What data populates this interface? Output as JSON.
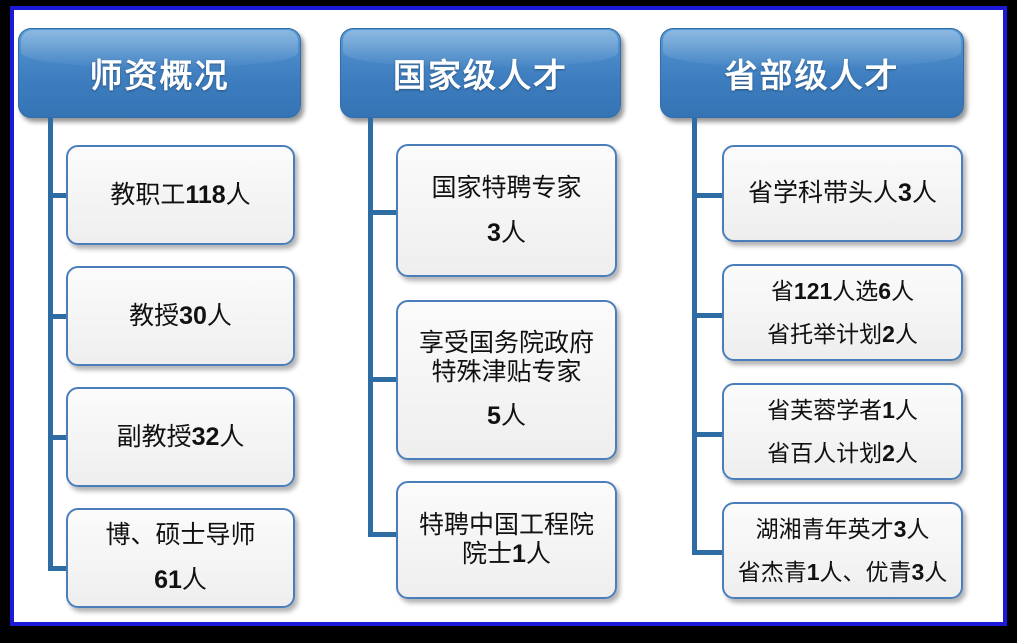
{
  "frame": {
    "border_color": "#1a1ad8",
    "outer_background": "#000000",
    "page_background": "#ffffff"
  },
  "theme": {
    "header_gradient_top": "#5b9bd5",
    "header_gradient_bottom": "#3574b4",
    "header_text_color": "#ffffff",
    "node_fill": "#f4f4f4",
    "node_border": "#4a7ebb",
    "connector_color": "#2e6da4"
  },
  "columns": [
    {
      "id": "faculty-overview",
      "header": "师资概况",
      "nodes": [
        {
          "lines": [
            "教职工118人"
          ]
        },
        {
          "lines": [
            "教授30人"
          ]
        },
        {
          "lines": [
            "副教授32人"
          ]
        },
        {
          "lines": [
            "博、硕士导师",
            "61人"
          ]
        }
      ]
    },
    {
      "id": "national-talent",
      "header": "国家级人才",
      "nodes": [
        {
          "lines": [
            "国家特聘专家",
            "3人"
          ]
        },
        {
          "lines": [
            "享受国务院政府",
            "特殊津贴专家",
            "5人"
          ]
        },
        {
          "lines": [
            "特聘中国工程院",
            "院士1人"
          ]
        }
      ]
    },
    {
      "id": "provincial-talent",
      "header": "省部级人才",
      "nodes": [
        {
          "lines": [
            "省学科带头人3人"
          ]
        },
        {
          "lines": [
            "省121人选6人",
            "省托举计划2人"
          ]
        },
        {
          "lines": [
            "省芙蓉学者1人",
            "省百人计划2人"
          ]
        },
        {
          "lines": [
            "湖湘青年英才3人",
            "省杰青1人、优青3人"
          ]
        }
      ]
    }
  ]
}
